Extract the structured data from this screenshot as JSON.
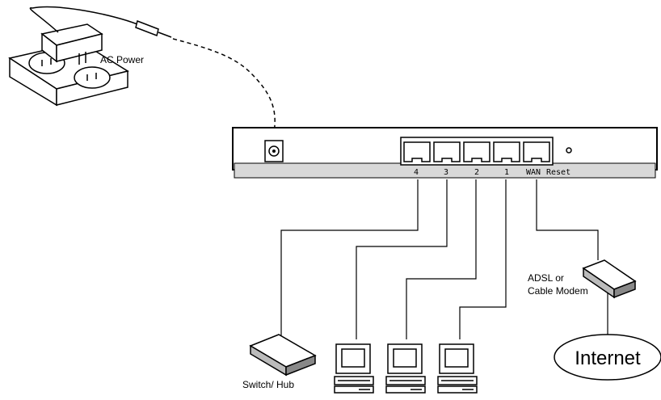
{
  "labels": {
    "ac_power": "AC Power",
    "modem_line1": "ADSL or",
    "modem_line2": "Cable Modem",
    "internet": "Internet",
    "switch_hub": "Switch/ Hub"
  },
  "router": {
    "port_labels": [
      "4",
      "3",
      "2",
      "1"
    ],
    "wan_label": "WAN",
    "reset_label": "Reset"
  },
  "icons": [
    "power-adapter-icon",
    "power-outlet-icon",
    "router-icon",
    "modem-icon",
    "internet-cloud-icon",
    "switch-hub-icon",
    "computer-icon"
  ]
}
